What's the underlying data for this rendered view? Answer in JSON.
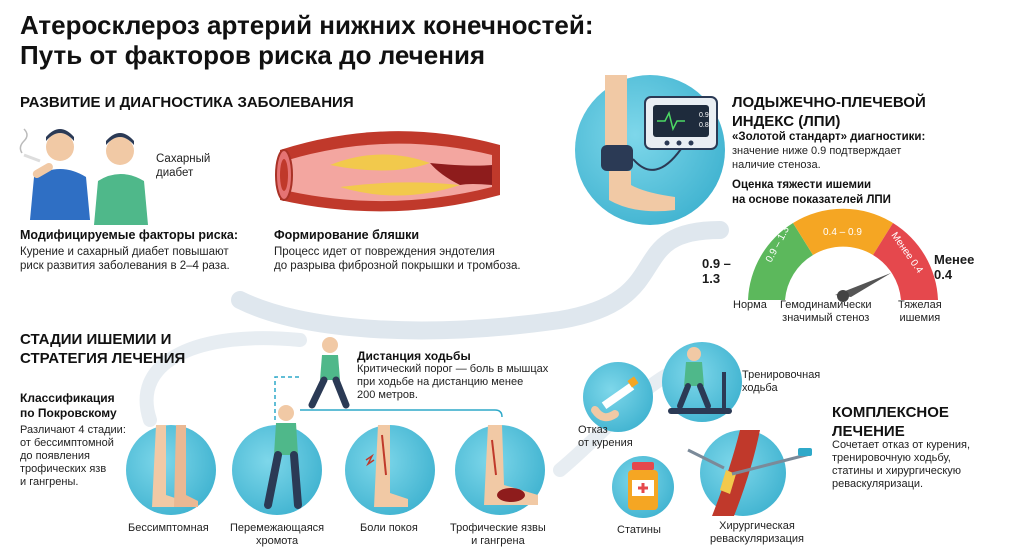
{
  "title": {
    "line1": "Атеросклероз артерий нижних конечностей:",
    "line2": "Путь от факторов риска до лечения"
  },
  "development": {
    "heading": "РАЗВИТИЕ И ДИАГНОСТИКА ЗАБОЛЕВАНИЯ",
    "diabetes_label": "Сахарный\nдиабет",
    "risk_title": "Модифицируемые факторы риска:",
    "risk_text": "Курение и сахарный диабет повышают\nриск развития заболевания в 2–4 раза.",
    "plaque_title": "Формирование бляшки",
    "plaque_text": "Процесс идет от повреждения эндотелия\nдо разрыва фиброзной покрышки и тромбоза."
  },
  "abi": {
    "heading": "ЛОДЫЖЕЧНО-ПЛЕЧЕВОЙ\nИНДЕКС (ЛПИ)",
    "gold_title": "«Золотой стандарт» диагностики:",
    "gold_text": "значение ниже 0.9 подтверждает\nналичие стеноза.",
    "monitor_values": [
      "0.9",
      "0.8"
    ],
    "gauge_title": "Оценка тяжести ишемии\nна основе показателей ЛПИ",
    "gauge_segments": [
      {
        "label": "0.9 – 1.3",
        "color": "#5cb85c"
      },
      {
        "label": "0.4 – 0.9",
        "color": "#f5a623"
      },
      {
        "label": "Менее 0.4",
        "color": "#e5484d"
      }
    ],
    "gauge_left_value": "0.9 –\n1.3",
    "gauge_right_value": "Менее\n0.4",
    "gauge_label_norm": "Норма",
    "gauge_label_mid": "Гемодинамически\nзначимый стеноз",
    "gauge_label_severe": "Тяжелая\nишемия"
  },
  "stages": {
    "heading": "СТАДИИ ИШЕМИИ И\nСТРАТЕГИЯ ЛЕЧЕНИЯ",
    "class_title": "Классификация\nпо Покровскому",
    "class_text": "Различают 4 стадии:\nот бессимптомной\nдо появления\nтрофических язв\nи гангрены.",
    "walk_title": "Дистанция ходьбы",
    "walk_text": "Критический порог — боль в мышцах\nпри ходьбе на дистанцию менее\n200 метров.",
    "stage_labels": [
      "Бессимптомная",
      "Перемежающаяся\nхромота",
      "Боли покоя",
      "Трофические язвы\nи гангрена"
    ]
  },
  "treatment": {
    "heading": "КОМПЛЕКСНОЕ\nЛЕЧЕНИЕ",
    "text": "Сочетает отказ от курения,\nтренировочную ходьбу,\nстатины и хирургическую\nреваскуляризаци.",
    "labels": {
      "smoking": "Отказ\nот курения",
      "walking": "Тренировочная\nходьба",
      "statins": "Статины",
      "surgery": "Хирургическая\nреваскуляризация"
    }
  },
  "colors": {
    "teal": "#2fa9c9",
    "artery": "#c0392b",
    "plaque": "#f2c94c",
    "green": "#5cb85c",
    "orange": "#f5a623",
    "red": "#e5484d"
  }
}
